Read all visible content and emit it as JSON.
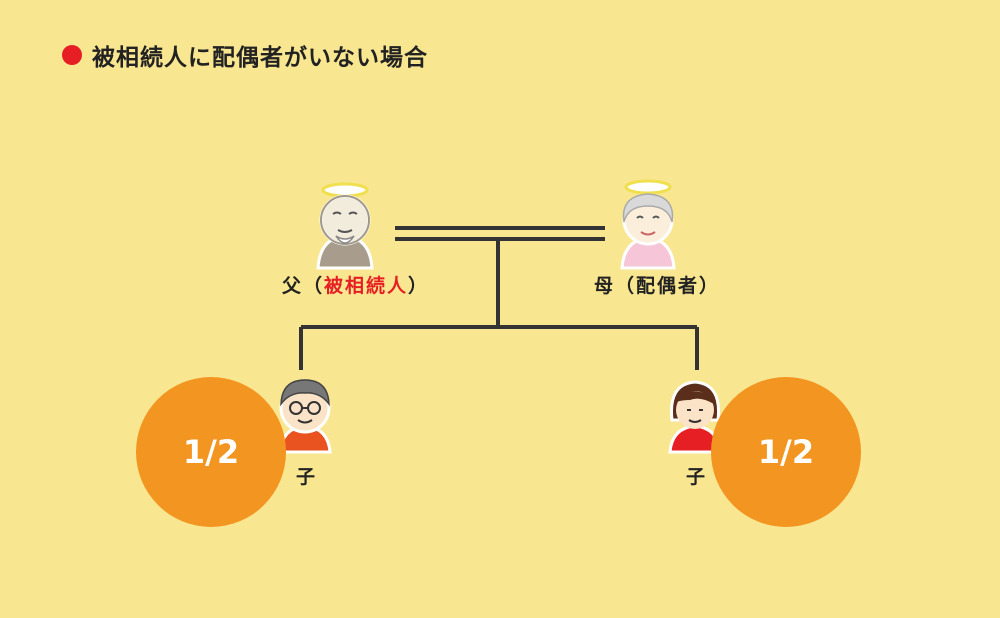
{
  "title": "被相続人に配偶者がいない場合",
  "colors": {
    "background": "#f9e690",
    "bullet": "#e61f24",
    "highlight": "#e61f24",
    "share_circle": "#f39521",
    "line": "#333333"
  },
  "nodes": {
    "father": {
      "prefix": "父（",
      "role": "被相続人",
      "suffix": "）",
      "icon": "grandfather-angel-icon"
    },
    "mother": {
      "label": "母（配偶者）",
      "icon": "grandmother-angel-icon"
    },
    "child_left": {
      "label": "子",
      "icon": "man-with-glasses-icon",
      "share": "1/2"
    },
    "child_right": {
      "label": "子",
      "icon": "woman-icon",
      "share": "1/2"
    }
  }
}
